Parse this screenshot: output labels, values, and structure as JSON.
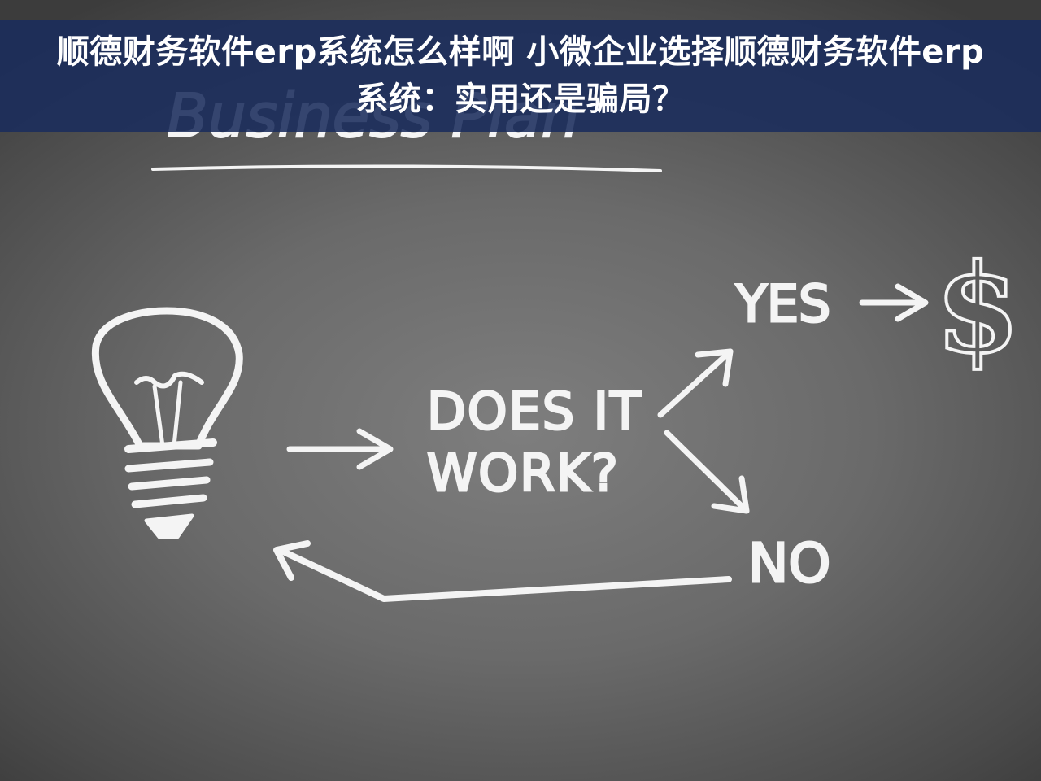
{
  "banner": {
    "title": "顺德财务软件erp系统怎么样啊 小微企业选择顺德财务软件erp系统：实用还是骗局？"
  },
  "chalkboard": {
    "heading": "Business Plan",
    "question_line1": "DOES IT",
    "question_line2": "WORK?",
    "yes_label": "YES",
    "no_label": "NO",
    "currency_symbol": "$"
  },
  "colors": {
    "banner_background": "#1a2c5c",
    "chalk": "#f4f4f4",
    "board": "#6a6a6a"
  }
}
